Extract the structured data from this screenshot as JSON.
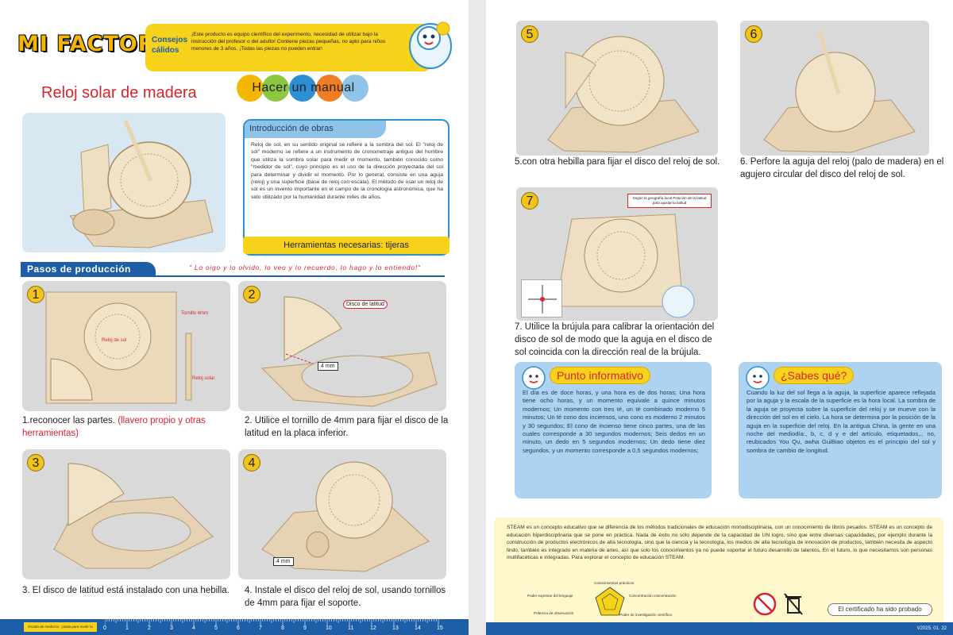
{
  "left": {
    "brand": "MI FACTORÍA",
    "tips_title": "Consejos cálidos",
    "tips_text": "¡Este producto es equipo científico del experimento, necesidad de utilizar bajo la instrucción del profesor o del adulto! Contiene piezas pequeñas, no apto para niños menores de 3 años. ¡Todas las piezas no pueden entrar!",
    "title": "Reloj solar de madera",
    "manual": "Hacer un manual",
    "manual_colors": [
      "#f2b705",
      "#8dc63f",
      "#2d8fd3",
      "#f07d22",
      "#8fc3e8"
    ],
    "intro_title": "Introducción de obras",
    "intro_text": "Reloj de sol, en su sentido original se refiere a la sombra del sol. El \"reloj de sol\" moderno se refiere a un instrumento de cronometraje antiguo del hombre que utiliza la sombra solar para medir el momento, también conocido como \"medidor de sol\", cuyo principio es el uso de la dirección proyectada del sol para determinar y dividir el momento. Por lo general, consiste en una aguja (reloj) y una superficie (base de reloj con escala). El método de usar un reloj de sol es un invento importante en el campo de la cronología astronómica, que ha sido utilizado por la humanidad durante miles de años.",
    "tools": "Herramientas necesarias: tijeras",
    "steps_title": "Pasos de producción",
    "motto": "\" Lo oigo y lo olvido, lo veo y lo recuerdo, lo hago y lo entiendo!\"",
    "steps": [
      {
        "num": "1",
        "caption": "1.reconocer las partes.",
        "caption_red": "(llavero propio y otras herramientas)"
      },
      {
        "num": "2",
        "caption": "2. Utilice el tornillo de 4mm para fijar el disco de la latitud en la placa inferior.",
        "caption_red": ""
      },
      {
        "num": "3",
        "caption": "3. El disco de latitud está instalado con una hebilla.",
        "caption_red": ""
      },
      {
        "num": "4",
        "caption": "4. Instale el disco del reloj de sol, usando tornillos de 4mm para fijar el soporte.",
        "caption_red": ""
      }
    ],
    "step1_labels": {
      "screw": "Tornillo 4mm",
      "disc": "Reloj de sol",
      "stick": "Reloj solar"
    },
    "step2_label": "Disco de latitud",
    "screw_size": "4 mm",
    "ruler_note": "Escala de medición: ¡úsala para medir la longitud de tu pieza!",
    "ruler_numbers": [
      "0",
      "1",
      "2",
      "3",
      "4",
      "5",
      "6",
      "7",
      "8",
      "9",
      "10",
      "11",
      "12",
      "13",
      "14",
      "15"
    ]
  },
  "right": {
    "steps": [
      {
        "num": "5",
        "caption": "5.con otra hebilla para fijar el disco del reloj de sol."
      },
      {
        "num": "6",
        "caption": "6. Perfore la aguja del reloj (palo de madera) en el agujero circular del disco del reloj de sol."
      },
      {
        "num": "7",
        "caption": "7. Utilice la brújula para calibrar la orientación del disco de sol de modo que la aguja en el disco de sol coincida con la dirección real de la brújula."
      }
    ],
    "step7_note": "Según la geografía local Posición de la latitud para ajustar la latitud",
    "info_title": "Punto informativo",
    "info_text": "El día es de doce horas, y una hora es de dos horas; Una hora tiene ocho horas, y un momento equivale a quince minutos modernos; Un momento con tres té, un té combinado moderno 5 minutos; Un té cono dos inciensos, uno cono es moderno 2 minutos y 30 segundos; El cono de incienso tiene cinco partes, una de las cuales corresponde a 30 segundos modernos; Seis dedos en un minuto, un dedo en 5 segundos modernos; Un dedo tiene diez segundos, y un momento corresponde a 0,5 segundos modernos;",
    "know_title": "¿Sabes qué?",
    "know_text": "Cuando la luz del sol llega a la aguja, la superficie aparece reflejada por la aguja y la escala de la superficie es la hora local. La sombra de la aguja se proyecta sobre la superficie del reloj y se mueve con la dirección del sol en el cielo. La hora se determina por la posición de la aguja en la superficie del reloj. En la antigua China, la gente en una noche del mediodía:, b, c, d y e del artículo, etiquetados,., no, reubicados You Qu, awha GuiBiao objetos es el principio del sol y sombra de cambio de longitud.",
    "steam_text": "STEAM es un concepto educativo que se diferencia de los métodos tradicionales de educación monodisciplinaria, con un conocimiento de libros pesados. STEAM es un concepto de educación hiperdisciplinaria que se pone en práctica. Nada de éxito no sólo depende de la capacidad de UN logro, sino que entre diversas capacidades, por ejemplo durante la construcción de productos electrónicos de alta tecnología, sino que la ciencia y la tecnología, los medios de alta tecnología de innovación de productos, también necesita de aspecto lindo, también es integrado en materia de artes, así que solo los conocimientos ya no puede soportar el futuro desarrollo de talentos. En el futuro, lo que necesitamos son personas multifacéticas e integradas. Para explorar el concepto de educación STEAM.",
    "radar_labels": [
      "Conocimientos prácticos",
      "Poder expresar del lenguaje",
      "Concentración concentración",
      "Potencia de observación",
      "Poder de investigación científica"
    ],
    "certificate": "El certificado ha sido probado",
    "version": "V2025. 01. 22"
  }
}
